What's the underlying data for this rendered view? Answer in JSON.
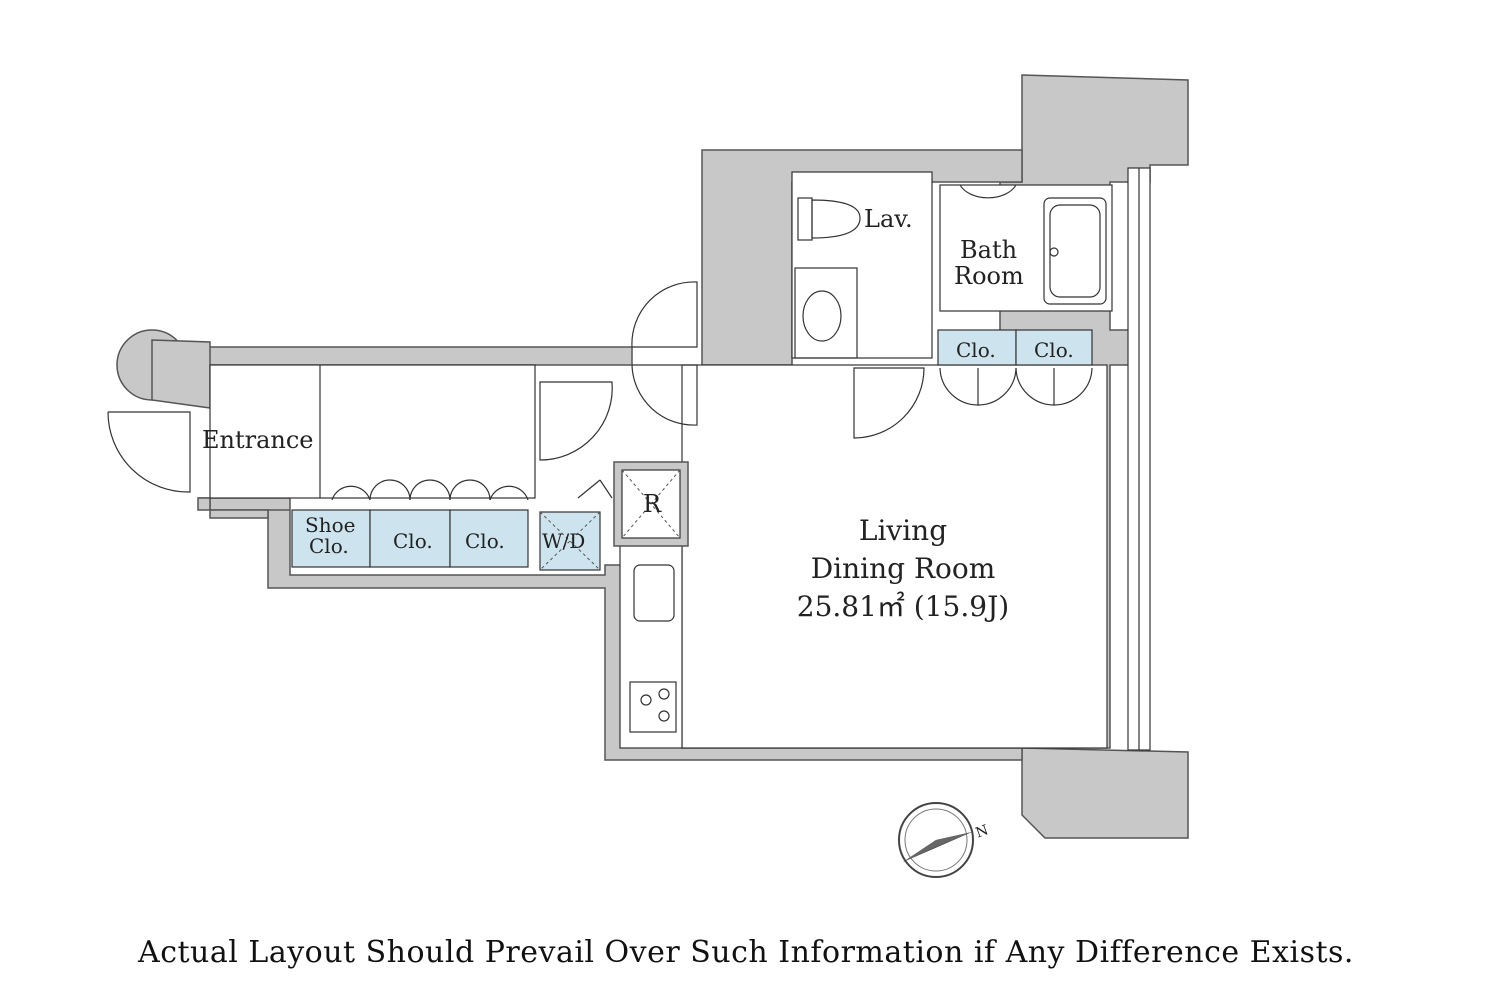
{
  "rooms": {
    "entrance": "Entrance",
    "lavatory": "Lav.",
    "bath_line1": "Bath",
    "bath_line2": "Room",
    "shoe_closet_line1": "Shoe",
    "shoe_closet_line2": "Clo.",
    "closet": "Clo.",
    "washer_dryer": "W/D",
    "refrigerator": "R",
    "living_line1": "Living",
    "living_line2": "Dining Room",
    "living_area": "25.81㎡ (15.9J)"
  },
  "compass": {
    "icon": "north-compass-icon",
    "letter": "N"
  },
  "footer": {
    "disclaimer": "Actual Layout Should Prevail Over Such Information if Any Difference Exists."
  },
  "colors": {
    "wall": "#c8c8c8",
    "closet": "#cde4ee",
    "background": "#ffffff"
  }
}
